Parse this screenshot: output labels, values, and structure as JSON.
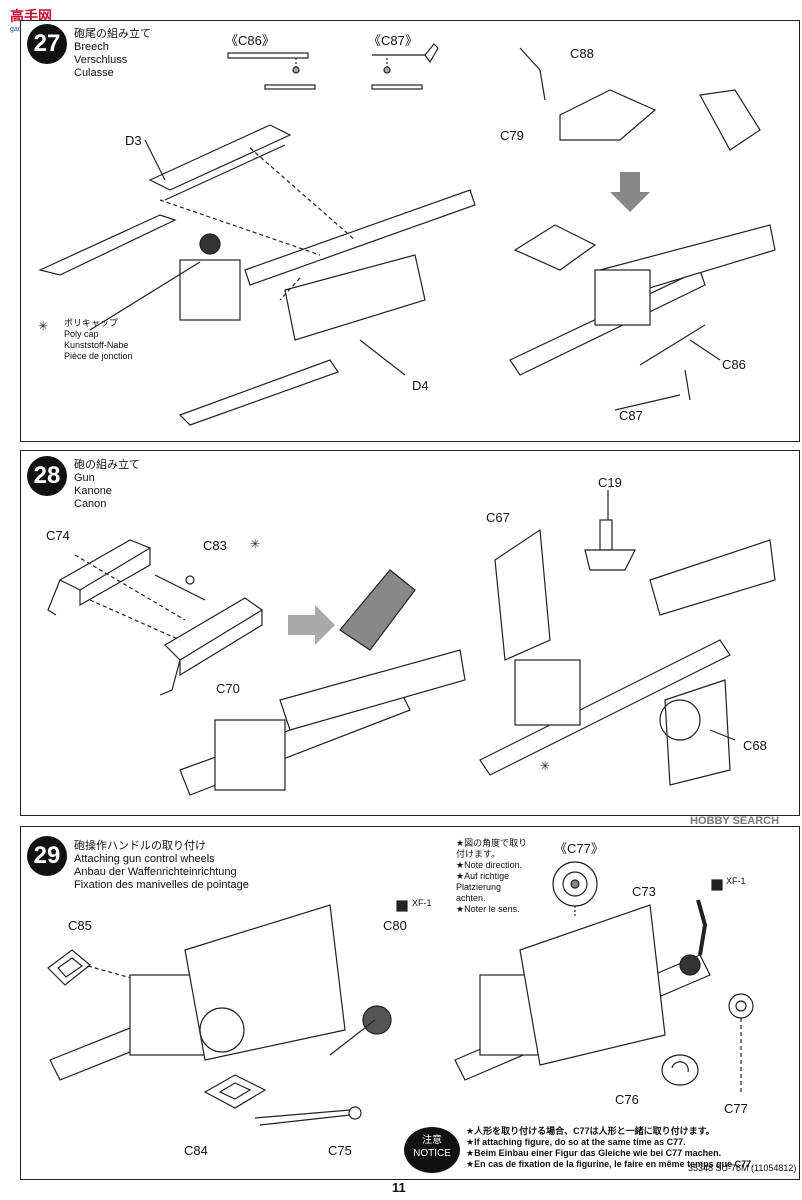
{
  "watermark": {
    "site": "高手网",
    "sub": "gao-shou.com",
    "footer_brand": "HOBBY SEARCH"
  },
  "page": {
    "number": "11",
    "code": "35348 SU-76M (11054812)"
  },
  "step27": {
    "num": "27",
    "title_ja": "砲尾の組み立て",
    "title_en": "Breech",
    "title_de": "Verschluss",
    "title_fr": "Culasse",
    "ref_c86": "《C86》",
    "ref_c87": "《C87》",
    "labels": [
      "C88",
      "C79",
      "D3",
      "D4",
      "C86",
      "C87"
    ],
    "polycap": [
      "ポリキャップ",
      "Poly cap",
      "Kunststoff-Nabe",
      "Pièce de jonction"
    ]
  },
  "step28": {
    "num": "28",
    "title_ja": "砲の組み立て",
    "title_en": "Gun",
    "title_de": "Kanone",
    "title_fr": "Canon",
    "labels": [
      "C74",
      "C83",
      "C70",
      "C19",
      "C67",
      "C68"
    ]
  },
  "step29": {
    "num": "29",
    "title_ja": "砲操作ハンドルの取り付け",
    "title_en": "Attaching gun control wheels",
    "title_de": "Anbau der Waffenrichteinrichtung",
    "title_fr": "Fixation des manivelles de pointage",
    "note_direction": [
      "★図の角度で取り",
      "付けます。",
      "★Note direction.",
      "★Auf richtige",
      "Platzierung",
      "achten.",
      "★Noter le sens."
    ],
    "ref_c77": "《C77》",
    "paint1": "XF-1",
    "paint2": "XF-1",
    "labels": [
      "C85",
      "C80",
      "C84",
      "C75",
      "C73",
      "C76",
      "C77"
    ],
    "notice_badge_ja": "注意",
    "notice_badge_en": "NOTICE",
    "notice_lines": [
      "★人形を取り付ける場合、C77は人形と一緒に取り付けます。",
      "★If attaching figure, do so at the same time as C77.",
      "★Beim Einbau einer Figur das Gleiche wie bei C77 machen.",
      "★En cas de fixation de la figurine, le faire en même temps que C77."
    ]
  }
}
